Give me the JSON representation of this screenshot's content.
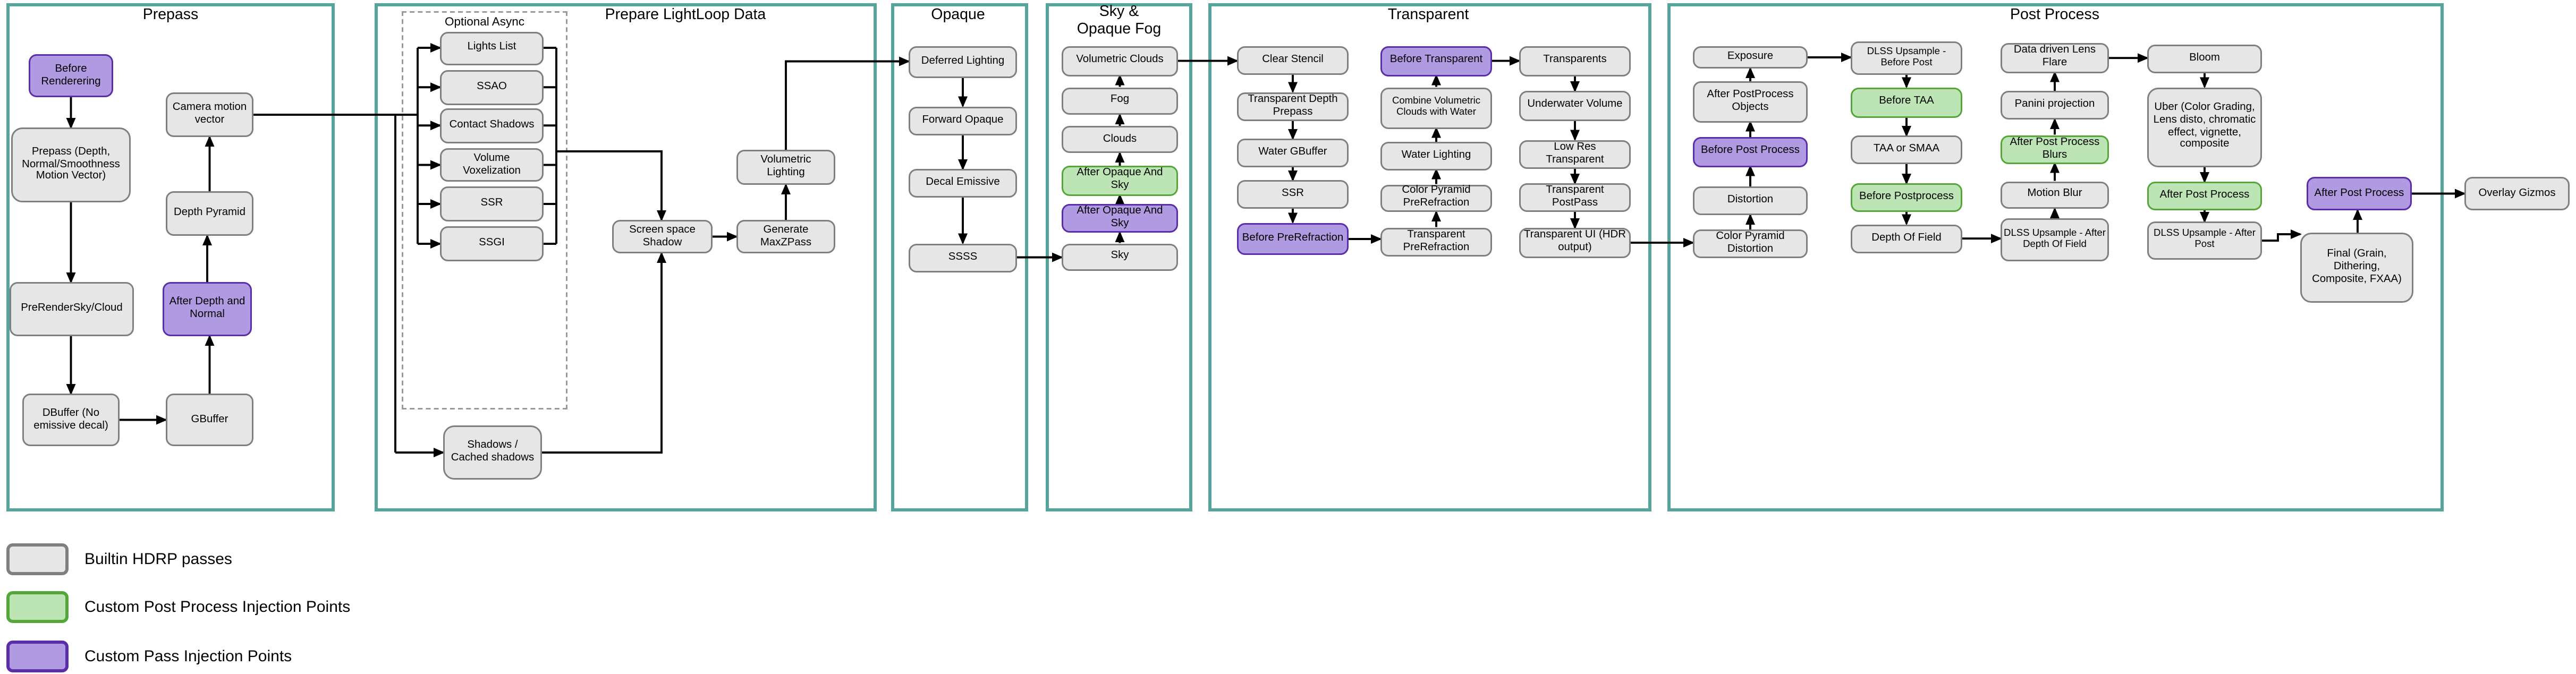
{
  "colors": {
    "section_border": "#55a59d",
    "builtin_fill": "#e6e6e6",
    "builtin_border": "#7f7f7f",
    "custom_post_fill": "#bde4b4",
    "custom_post_border": "#53a637",
    "custom_pass_fill": "#b09ae2",
    "custom_pass_border": "#5b2da6",
    "line_color": "#000000"
  },
  "sections": [
    {
      "title": "Prepass",
      "nodes": [
        {
          "id": "before-rendering",
          "label": "Before Renderering",
          "type": "custom-pass"
        },
        {
          "id": "prepass-main",
          "label": "Prepass (Depth, Normal/Smoothness Motion Vector)",
          "type": "builtin"
        },
        {
          "id": "prerender-sky",
          "label": "PreRenderSky/Cloud",
          "type": "builtin"
        },
        {
          "id": "dbuffer",
          "label": "DBuffer (No emissive decal)",
          "type": "builtin"
        },
        {
          "id": "camera-motion",
          "label": "Camera motion vector",
          "type": "builtin"
        },
        {
          "id": "depth-pyramid",
          "label": "Depth Pyramid",
          "type": "builtin"
        },
        {
          "id": "after-depth-normal",
          "label": "After Depth and Normal",
          "type": "custom-pass"
        },
        {
          "id": "gbuffer",
          "label": "GBuffer",
          "type": "builtin"
        }
      ]
    },
    {
      "title": "Prepare LightLoop Data",
      "group_label": "Optional Async",
      "nodes": [
        {
          "id": "lights-list",
          "label": "Lights List",
          "type": "builtin"
        },
        {
          "id": "ssao",
          "label": "SSAO",
          "type": "builtin"
        },
        {
          "id": "contact-shadows",
          "label": "Contact Shadows",
          "type": "builtin"
        },
        {
          "id": "volume-voxelization",
          "label": "Volume Voxelization",
          "type": "builtin"
        },
        {
          "id": "ssr-async",
          "label": "SSR",
          "type": "builtin"
        },
        {
          "id": "ssgi",
          "label": "SSGI",
          "type": "builtin"
        },
        {
          "id": "screen-space-shadow",
          "label": "Screen space Shadow",
          "type": "builtin"
        },
        {
          "id": "generate-maxzpass",
          "label": "Generate MaxZPass",
          "type": "builtin"
        },
        {
          "id": "volumetric-lighting",
          "label": "Volumetric Lighting",
          "type": "builtin"
        },
        {
          "id": "shadows-cached",
          "label": "Shadows / Cached shadows",
          "type": "builtin"
        }
      ]
    },
    {
      "title": "Opaque",
      "nodes": [
        {
          "id": "deferred-lighting",
          "label": "Deferred Lighting",
          "type": "builtin"
        },
        {
          "id": "forward-opaque",
          "label": "Forward Opaque",
          "type": "builtin"
        },
        {
          "id": "decal-emissive",
          "label": "Decal Emissive",
          "type": "builtin"
        },
        {
          "id": "ssss",
          "label": "SSSS",
          "type": "builtin"
        }
      ]
    },
    {
      "title": "Sky & Opaque Fog",
      "nodes": [
        {
          "id": "volumetric-clouds",
          "label": "Volumetric Clouds",
          "type": "builtin"
        },
        {
          "id": "fog",
          "label": "Fog",
          "type": "builtin"
        },
        {
          "id": "clouds",
          "label": "Clouds",
          "type": "builtin"
        },
        {
          "id": "after-opaque-sky-green",
          "label": "After Opaque And Sky",
          "type": "custom-post"
        },
        {
          "id": "after-opaque-sky-purple",
          "label": "After Opaque And Sky",
          "type": "custom-pass"
        },
        {
          "id": "sky",
          "label": "Sky",
          "type": "builtin"
        }
      ]
    },
    {
      "title": "Transparent",
      "nodes": [
        {
          "id": "clear-stencil",
          "label": "Clear Stencil",
          "type": "builtin"
        },
        {
          "id": "transparent-depth-prepass",
          "label": "Transparent Depth Prepass",
          "type": "builtin"
        },
        {
          "id": "water-gbuffer",
          "label": "Water GBuffer",
          "type": "builtin"
        },
        {
          "id": "ssr-t",
          "label": "SSR",
          "type": "builtin"
        },
        {
          "id": "before-prerefraction",
          "label": "Before PreRefraction",
          "type": "custom-pass"
        },
        {
          "id": "before-transparent",
          "label": "Before Transparent",
          "type": "custom-pass"
        },
        {
          "id": "combine-volumetric",
          "label": "Combine Volumetric Clouds with Water",
          "type": "builtin"
        },
        {
          "id": "water-lighting",
          "label": "Water Lighting",
          "type": "builtin"
        },
        {
          "id": "color-pyramid-prerefraction",
          "label": "Color Pyramid PreRefraction",
          "type": "builtin"
        },
        {
          "id": "transparent-prerefraction",
          "label": "Transparent PreRefraction",
          "type": "builtin"
        },
        {
          "id": "transparents",
          "label": "Transparents",
          "type": "builtin"
        },
        {
          "id": "underwater-volume",
          "label": "Underwater Volume",
          "type": "builtin"
        },
        {
          "id": "low-res-transparent",
          "label": "Low Res Transparent",
          "type": "builtin"
        },
        {
          "id": "transparent-postpass",
          "label": "Transparent PostPass",
          "type": "builtin"
        },
        {
          "id": "transparent-ui",
          "label": "Transparent UI (HDR output)",
          "type": "builtin"
        }
      ]
    },
    {
      "title": "Post Process",
      "nodes": [
        {
          "id": "exposure",
          "label": "Exposure",
          "type": "builtin"
        },
        {
          "id": "after-postprocess-objects",
          "label": "After PostProcess Objects",
          "type": "builtin"
        },
        {
          "id": "before-post-process",
          "label": "Before Post Process",
          "type": "custom-pass"
        },
        {
          "id": "distortion",
          "label": "Distortion",
          "type": "builtin"
        },
        {
          "id": "color-pyramid-distortion",
          "label": "Color Pyramid Distortion",
          "type": "builtin"
        },
        {
          "id": "dlss-before-post",
          "label": "DLSS Upsample - Before Post",
          "type": "builtin"
        },
        {
          "id": "before-taa",
          "label": "Before TAA",
          "type": "custom-post"
        },
        {
          "id": "taa-or-smaa",
          "label": "TAA or SMAA",
          "type": "builtin"
        },
        {
          "id": "before-postprocess",
          "label": "Before Postprocess",
          "type": "custom-post"
        },
        {
          "id": "depth-of-field",
          "label": "Depth Of Field",
          "type": "builtin"
        },
        {
          "id": "data-driven-lens-flare",
          "label": "Data driven Lens Flare",
          "type": "builtin"
        },
        {
          "id": "panini-projection",
          "label": "Panini projection",
          "type": "builtin"
        },
        {
          "id": "after-post-process-blurs",
          "label": "After Post Process Blurs",
          "type": "custom-post"
        },
        {
          "id": "motion-blur",
          "label": "Motion Blur",
          "type": "builtin"
        },
        {
          "id": "dlss-after-dof",
          "label": "DLSS Upsample - After Depth Of Field",
          "type": "builtin"
        },
        {
          "id": "bloom",
          "label": "Bloom",
          "type": "builtin"
        },
        {
          "id": "uber",
          "label": "Uber (Color Grading, Lens disto, chromatic effect, vignette, composite",
          "type": "builtin"
        },
        {
          "id": "after-post-process-green",
          "label": "After Post Process",
          "type": "custom-post"
        },
        {
          "id": "dlss-after-post",
          "label": "DLSS Upsample - After Post",
          "type": "builtin"
        },
        {
          "id": "after-post-process-purple",
          "label": "After Post Process",
          "type": "custom-pass"
        },
        {
          "id": "final",
          "label": "Final (Grain, Dithering, Composite, FXAA)",
          "type": "builtin"
        }
      ]
    }
  ],
  "external_nodes": [
    {
      "id": "overlay-gizmos",
      "label": "Overlay Gizmos",
      "type": "builtin"
    }
  ],
  "legend": {
    "items": [
      {
        "label": "Builtin HDRP passes",
        "type": "builtin"
      },
      {
        "label": "Custom Post Process Injection Points",
        "type": "custom-post"
      },
      {
        "label": "Custom Pass Injection Points",
        "type": "custom-pass"
      }
    ]
  }
}
